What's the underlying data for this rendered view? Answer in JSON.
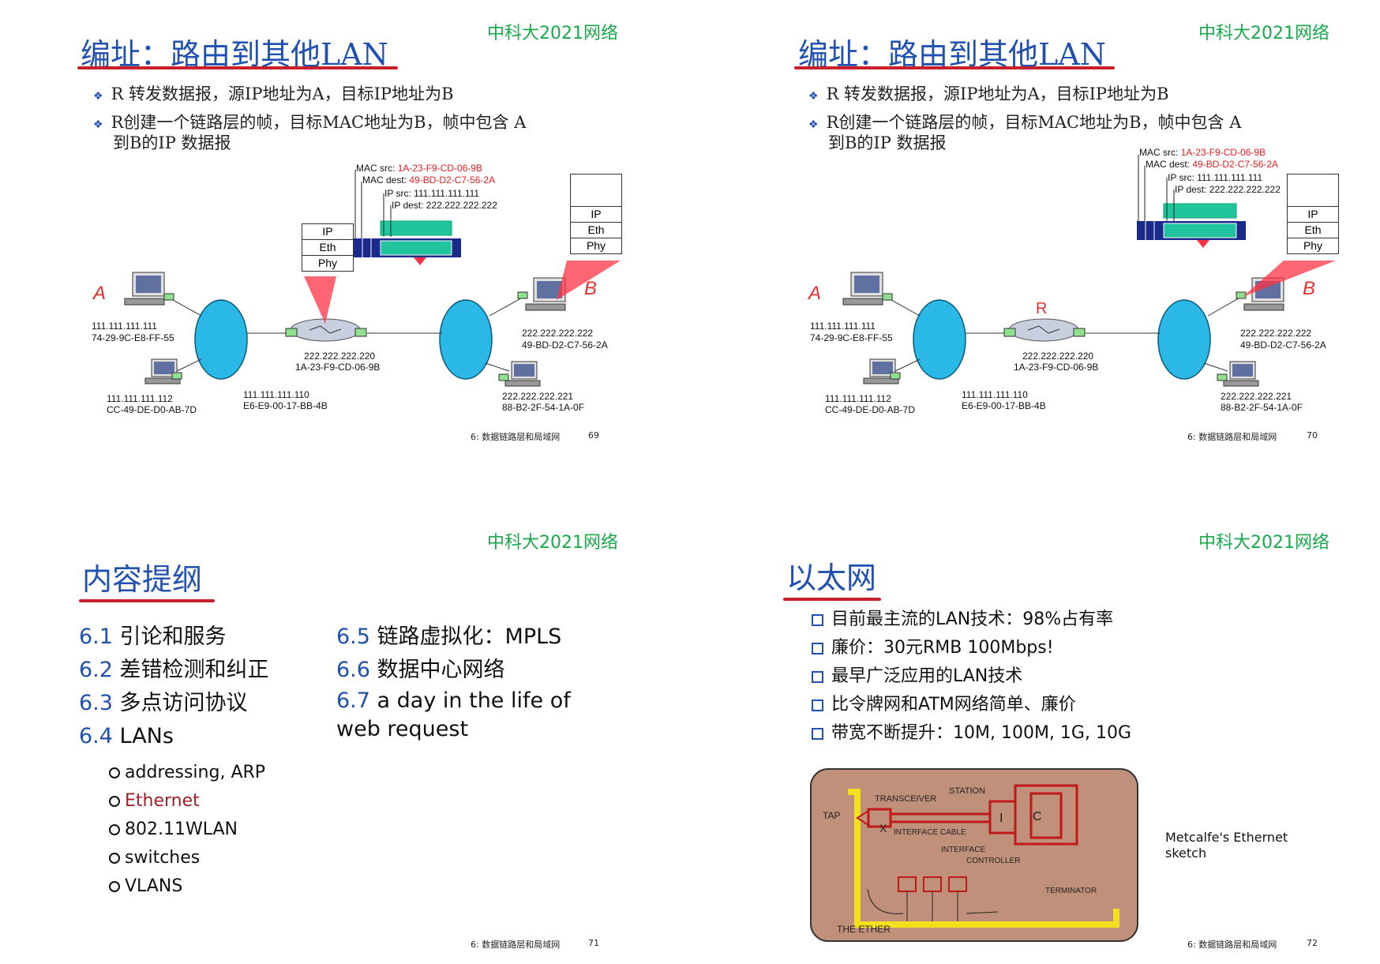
{
  "brand": "中科大2021网络",
  "footer_chapter": "6: 数据链路层和局域网",
  "slide69": {
    "title": "编址：路由到其他LAN",
    "bullets": [
      "R 转发数据报，源IP地址为A，目标IP地址为B",
      "R创建一个链路层的帧，目标MAC地址为B，帧中包含 A",
      "到B的IP 数据报"
    ],
    "page": "69",
    "mac_src_label": "MAC src:",
    "mac_src": "1A-23-F9-CD-06-9B",
    "mac_dest_label": "MAC dest:",
    "mac_dest": "49-BD-D2-C7-56-2A",
    "ip_src": "IP src: 111.111.111.111",
    "ip_dest": "IP dest: 222.222.222.222",
    "node_a": "A",
    "node_b": "B",
    "node_r": "R",
    "a_ip": "111.111.111.111",
    "a_mac": "74-29-9C-E8-FF-55",
    "c_ip": "111.111.111.112",
    "c_mac": "CC-49-DE-D0-AB-7D",
    "r_left_ip": "111.111.111.110",
    "r_left_mac": "E6-E9-00-17-BB-4B",
    "r_right_ip": "222.222.222.220",
    "r_right_mac": "1A-23-F9-CD-06-9B",
    "b_ip": "222.222.222.222",
    "b_mac": "49-BD-D2-C7-56-2A",
    "d_ip": "222.222.222.221",
    "d_mac": "88-B2-2F-54-1A-0F",
    "stack": [
      "IP",
      "Eth",
      "Phy"
    ]
  },
  "slide70": {
    "page": "70"
  },
  "slide71": {
    "title": "内容提纲",
    "left_items": [
      {
        "num": "6.1",
        "text": " 引论和服务"
      },
      {
        "num": "6.2",
        "text": " 差错检测和纠正"
      },
      {
        "num": "6.3",
        "text": " 多点访问协议"
      },
      {
        "num": "6.4",
        "text": " LANs"
      }
    ],
    "sub_items": [
      "addressing, ARP",
      "Ethernet",
      "802.11WLAN",
      "switches",
      "VLANS"
    ],
    "right_items": [
      {
        "num": "6.5",
        "text": " 链路虚拟化：MPLS"
      },
      {
        "num": "6.6",
        "text": " 数据中心网络"
      },
      {
        "num": "6.7",
        "text": " a day in the life of"
      }
    ],
    "right_cont": "web request",
    "page": "71"
  },
  "slide72": {
    "title": "以太网",
    "bullets": [
      "目前最主流的LAN技术：98%占有率",
      "廉价：30元RMB 100Mbps!",
      "最早广泛应用的LAN技术",
      "比令牌网和ATM网络简单、廉价",
      "带宽不断提升：10M, 100M, 1G, 10G"
    ],
    "caption_line1": "Metcalfe's Ethernet",
    "caption_line2": "sketch",
    "sketch": {
      "station": "STATION",
      "transceiver": "TRANSCEIVER",
      "tap": "TAP",
      "interface_cable": "INTERFACE CABLE",
      "interface_controller_1": "INTERFACE",
      "interface_controller_2": "CONTROLLER",
      "terminator": "TERMINATOR",
      "the_ether": "THE ETHER",
      "x_mark": "X",
      "i_mark": "I",
      "c_mark": "C"
    },
    "page": "72"
  }
}
